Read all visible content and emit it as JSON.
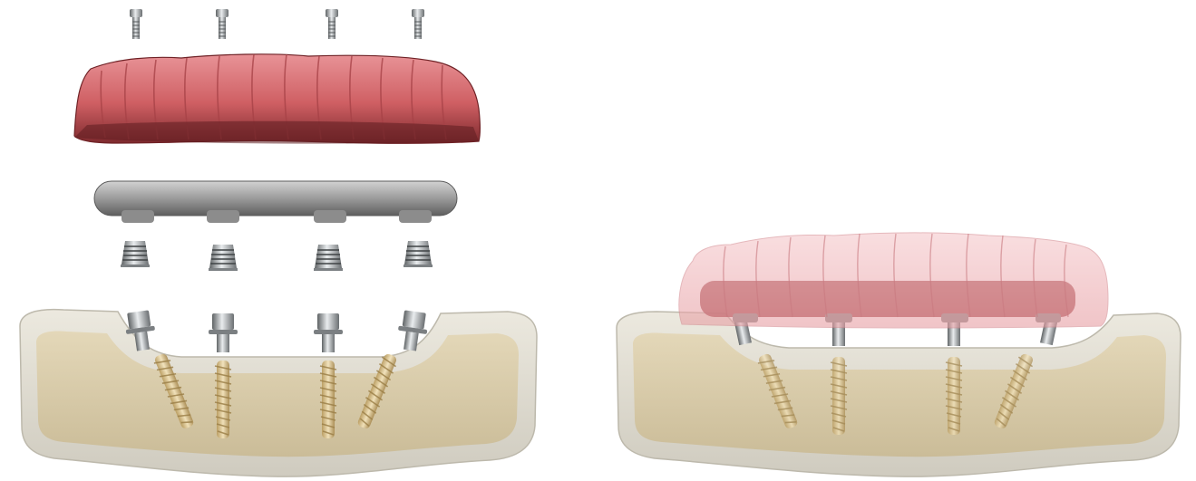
{
  "figure": {
    "panels": [
      "exploded-view",
      "assembled-view"
    ],
    "implant_count": 4,
    "colors": {
      "background": "#ffffff",
      "gum": "#c9585c",
      "gum_light": "#e58c8e",
      "gum_translucent": "#f0aab0",
      "bar": "#8a8a8a",
      "bar_light": "#c4c4c4",
      "bone_outer": "#dedbcf",
      "bone_inner": "#d6c59a",
      "metal": "#9fa3a6",
      "implant_thread": "#d9c08a"
    },
    "icons": [
      "screw-icon",
      "abutment-icon",
      "implant-icon"
    ]
  }
}
